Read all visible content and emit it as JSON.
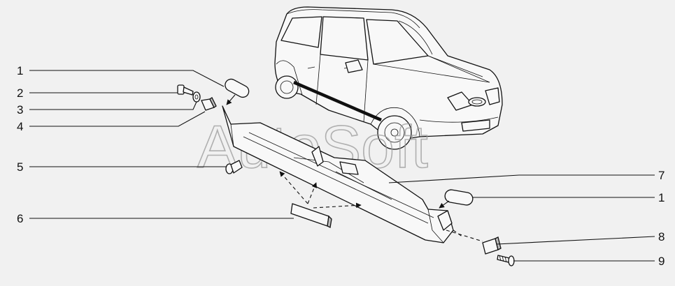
{
  "watermark": "AutoSoft",
  "callouts": {
    "left": [
      "1",
      "2",
      "3",
      "4",
      "5",
      "6"
    ],
    "right": [
      "7",
      "1",
      "8",
      "9"
    ]
  },
  "colors": {
    "background": "#f1f1f1",
    "line": "#111111",
    "watermark": "#9a9a9a"
  }
}
